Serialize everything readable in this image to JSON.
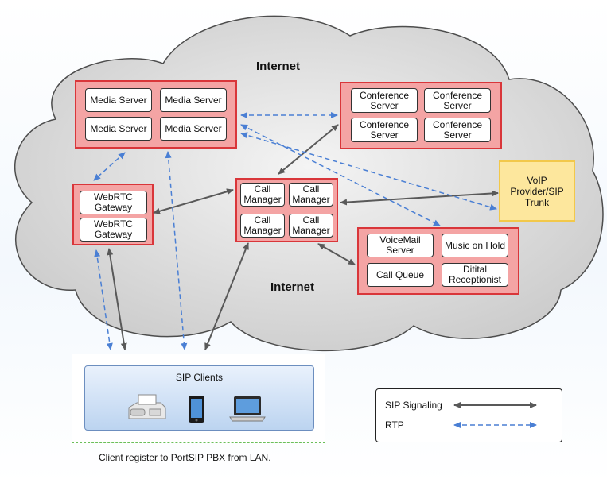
{
  "labels": {
    "internet_top": "Internet",
    "internet_bottom": "Internet"
  },
  "media_servers": [
    "Media Server",
    "Media Server",
    "Media Server",
    "Media Server"
  ],
  "conference_servers": [
    "Conference Server",
    "Conference Server",
    "Conference Server",
    "Conference Server"
  ],
  "webrtc_gateways": [
    "WebRTC Gateway",
    "WebRTC Gateway"
  ],
  "call_managers": [
    "Call Manager",
    "Call Manager",
    "Call Manager",
    "Call Manager"
  ],
  "services": {
    "voicemail": "VoiceMail Server",
    "music_on_hold": "Music on Hold",
    "call_queue": "Call Queue",
    "digital_receptionist": "Ditital Receptionist"
  },
  "voip_trunk": "VoIP Provider/SIP Trunk",
  "sip_clients": {
    "title": "SIP Clients",
    "icons": [
      "fax-phone-icon",
      "mobile-phone-icon",
      "laptop-icon"
    ]
  },
  "legend": {
    "signaling": "SIP Signaling",
    "rtp": "RTP"
  },
  "caption": "Client register to PortSIP PBX from LAN.",
  "colors": {
    "group_fill": "#f4a4a4",
    "group_border": "#d9363a",
    "voip_fill": "#fde79d",
    "signaling_line": "#595959",
    "rtp_line": "#4a7fd4",
    "lan_border": "#6bbf59"
  }
}
